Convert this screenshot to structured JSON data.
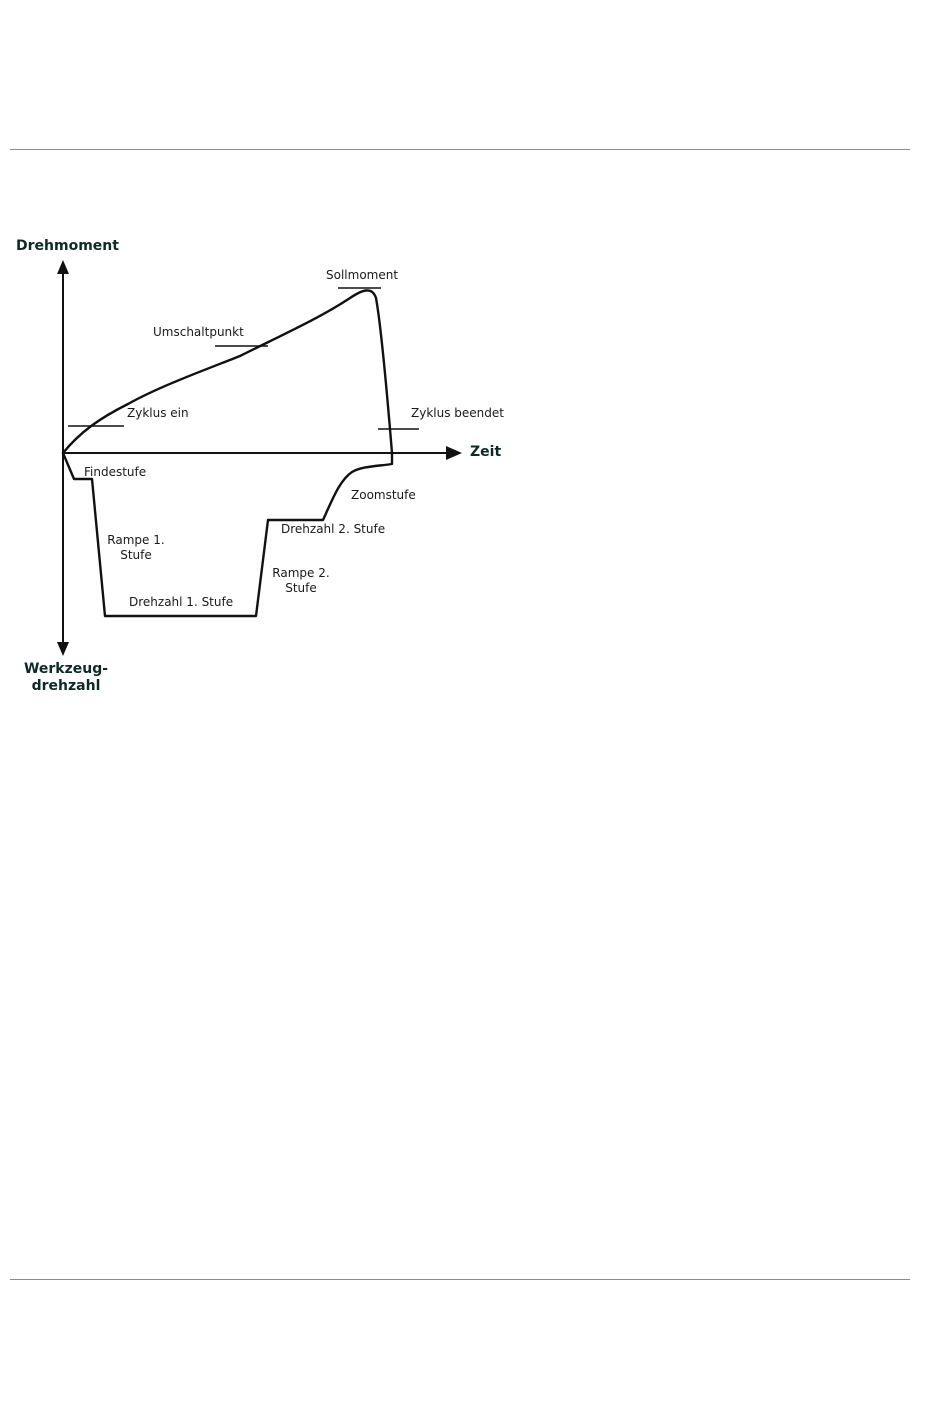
{
  "diagram": {
    "axes": {
      "vertical_top": "Drehmoment",
      "vertical_bottom_line1": "Werkzeug-",
      "vertical_bottom_line2": "drehzahl",
      "horizontal": "Zeit"
    },
    "labels": {
      "sollmoment": "Sollmoment",
      "umschaltpunkt": "Umschaltpunkt",
      "zyklus_ein": "Zyklus ein",
      "zyklus_beendet": "Zyklus beendet",
      "findestufe": "Findestufe",
      "zoomstufe": "Zoomstufe",
      "drehzahl2": "Drehzahl 2. Stufe",
      "rampe1_line1": "Rampe 1.",
      "rampe1_line2": "Stufe",
      "rampe2_line1": "Rampe 2.",
      "rampe2_line2": "Stufe",
      "drehzahl1": "Drehzahl 1. Stufe"
    }
  }
}
